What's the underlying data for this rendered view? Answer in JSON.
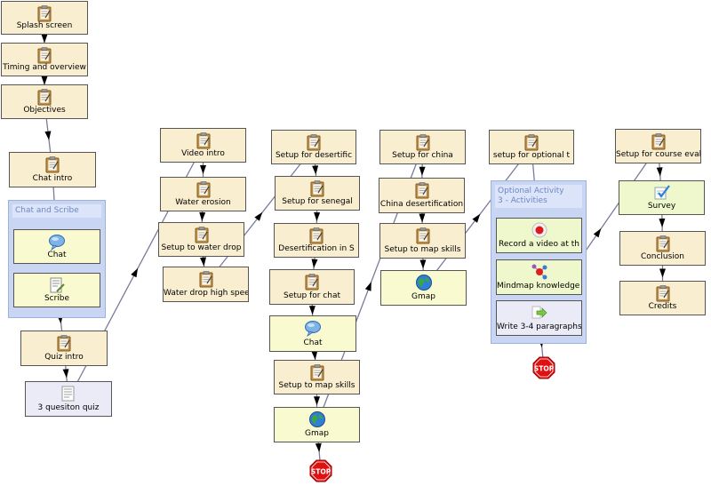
{
  "nodes": {
    "splash": {
      "label": "Splash screen",
      "icon": "notepad-icon"
    },
    "timing": {
      "label": "Timing and overview",
      "icon": "notepad-icon"
    },
    "objectives": {
      "label": "Objectives",
      "icon": "notepad-icon"
    },
    "chat_intro": {
      "label": "Chat intro",
      "icon": "notepad-icon"
    },
    "chat1": {
      "label": "Chat",
      "icon": "chat-bubble-icon"
    },
    "scribe": {
      "label": "Scribe",
      "icon": "scribe-icon"
    },
    "quiz_intro": {
      "label": "Quiz intro",
      "icon": "notepad-icon"
    },
    "quiz": {
      "label": "3 quesiton quiz",
      "icon": "quiz-icon"
    },
    "video_intro": {
      "label": "Video intro",
      "icon": "notepad-icon"
    },
    "water_erosion": {
      "label": "Water erosion",
      "icon": "notepad-icon"
    },
    "setup_water_drop": {
      "label": "Setup to water drop",
      "icon": "notepad-icon"
    },
    "water_drop_hs": {
      "label": "Water drop high speed",
      "icon": "notepad-icon"
    },
    "setup_desertific": {
      "label": "Setup for desertific",
      "icon": "notepad-icon"
    },
    "setup_senegal": {
      "label": "Setup for senegal",
      "icon": "notepad-icon"
    },
    "desert_s": {
      "label": "Desertification in S",
      "icon": "notepad-icon"
    },
    "setup_chat": {
      "label": "Setup for chat",
      "icon": "notepad-icon"
    },
    "chat2": {
      "label": "Chat",
      "icon": "chat-bubble-icon"
    },
    "setup_map1": {
      "label": "Setup to map skills",
      "icon": "notepad-icon"
    },
    "gmap1": {
      "label": "Gmap",
      "icon": "globe-icon"
    },
    "setup_china": {
      "label": "Setup for china",
      "icon": "notepad-icon"
    },
    "china_desert": {
      "label": "China desertification",
      "icon": "notepad-icon"
    },
    "setup_map2": {
      "label": "Setup to map skills",
      "icon": "notepad-icon"
    },
    "gmap2": {
      "label": "Gmap",
      "icon": "globe-icon"
    },
    "setup_optional": {
      "label": "setup for optional t",
      "icon": "notepad-icon"
    },
    "record_video": {
      "label": "Record a video at th",
      "icon": "record-icon"
    },
    "mindmap": {
      "label": "Mindmap knowledge ab",
      "icon": "mindmap-icon"
    },
    "write_paragraphs": {
      "label": "Write 3-4 paragraphs",
      "icon": "arrow-right-icon"
    },
    "setup_course_eval": {
      "label": "Setup for course eval",
      "icon": "notepad-icon"
    },
    "survey": {
      "label": "Survey",
      "icon": "survey-check-icon"
    },
    "conclusion": {
      "label": "Conclusion",
      "icon": "notepad-icon"
    },
    "credits": {
      "label": "Credits",
      "icon": "notepad-icon"
    }
  },
  "groups": {
    "chat_scribe": {
      "title": "Chat and Scribe"
    },
    "optional": {
      "title": "Optional Activity",
      "subtitle": "3 - Activities"
    }
  },
  "stops": [
    {
      "label": "STOP",
      "icon": "stop-sign-icon"
    },
    {
      "label": "STOP",
      "icon": "stop-sign-icon"
    }
  ],
  "colors": {
    "activity": "#faeed0",
    "tool_green": "#eef8cc",
    "tool_yellow": "#fafad0",
    "tool_lavender": "#ebebf8",
    "group_bg": "#c9d6f3",
    "group_header": "#dbe4f9",
    "group_title_text": "#6d86c7",
    "transition_line": "#7a7a9a",
    "stop_red": "#e01010"
  }
}
